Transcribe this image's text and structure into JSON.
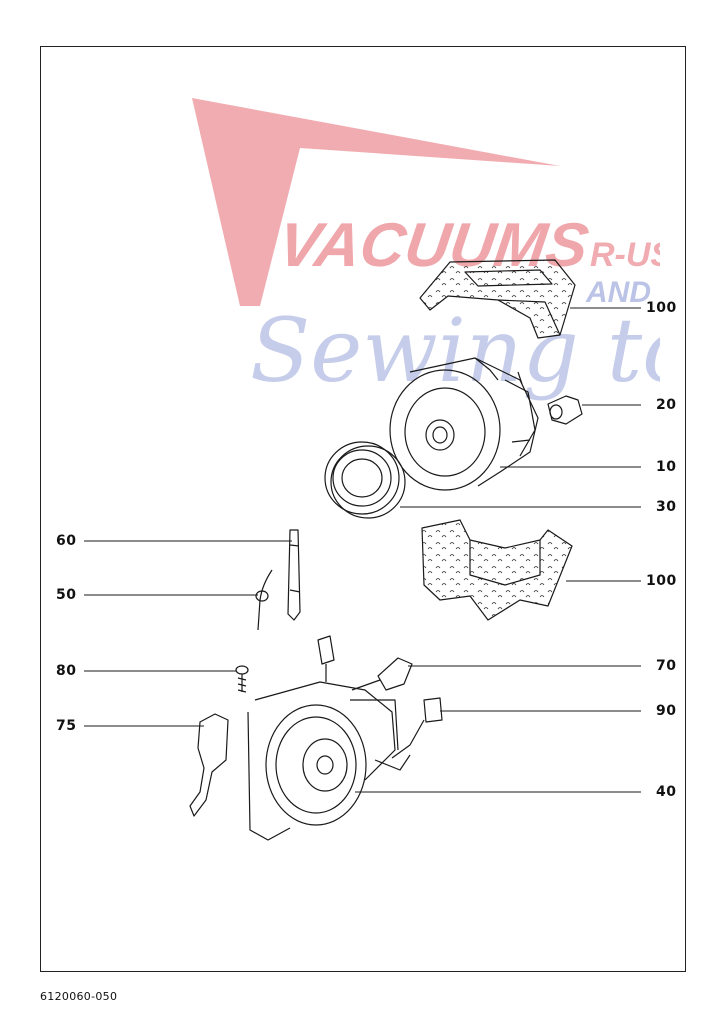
{
  "watermark": {
    "brand": "VACUUMS",
    "suffix_top": "R-US",
    "suffix_and": "AND",
    "script_text": "Sewing too",
    "colors": {
      "red": "#ee9ea3",
      "blue": "#b4bde4"
    }
  },
  "callouts": [
    {
      "id": "c100a",
      "label": "100"
    },
    {
      "id": "c20",
      "label": "20"
    },
    {
      "id": "c10",
      "label": "10"
    },
    {
      "id": "c30",
      "label": "30"
    },
    {
      "id": "c100b",
      "label": "100"
    },
    {
      "id": "c60",
      "label": "60"
    },
    {
      "id": "c50",
      "label": "50"
    },
    {
      "id": "c70",
      "label": "70"
    },
    {
      "id": "c80",
      "label": "80"
    },
    {
      "id": "c90",
      "label": "90"
    },
    {
      "id": "c75",
      "label": "75"
    },
    {
      "id": "c40",
      "label": "40"
    }
  ],
  "document_code": "6120060-050"
}
